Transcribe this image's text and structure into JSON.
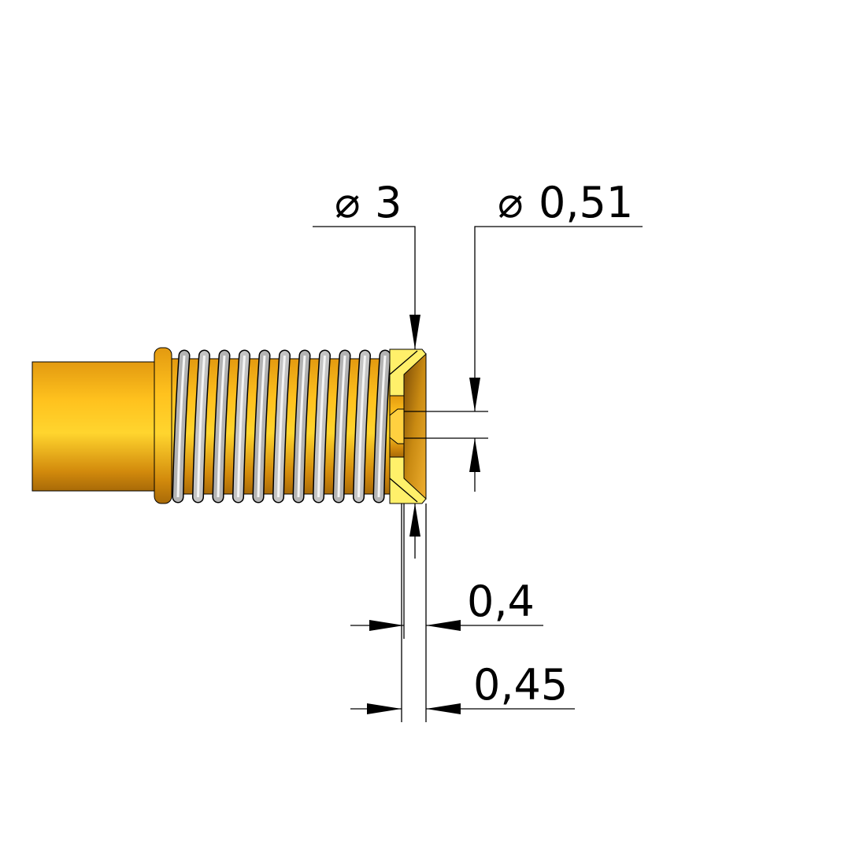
{
  "dimensions": {
    "outer_diameter": {
      "symbol": "⌀",
      "value": "3"
    },
    "hole_diameter": {
      "symbol": "⌀",
      "value": "0,51"
    },
    "face_width": {
      "value": "0,4"
    },
    "tip_length": {
      "value": "0,45"
    }
  },
  "colors": {
    "gold": "#f5b21c",
    "gold_light": "#ffe34a",
    "tip_face": "#fff06a",
    "spring": "#b0b0b0"
  },
  "spring_coils": 11
}
